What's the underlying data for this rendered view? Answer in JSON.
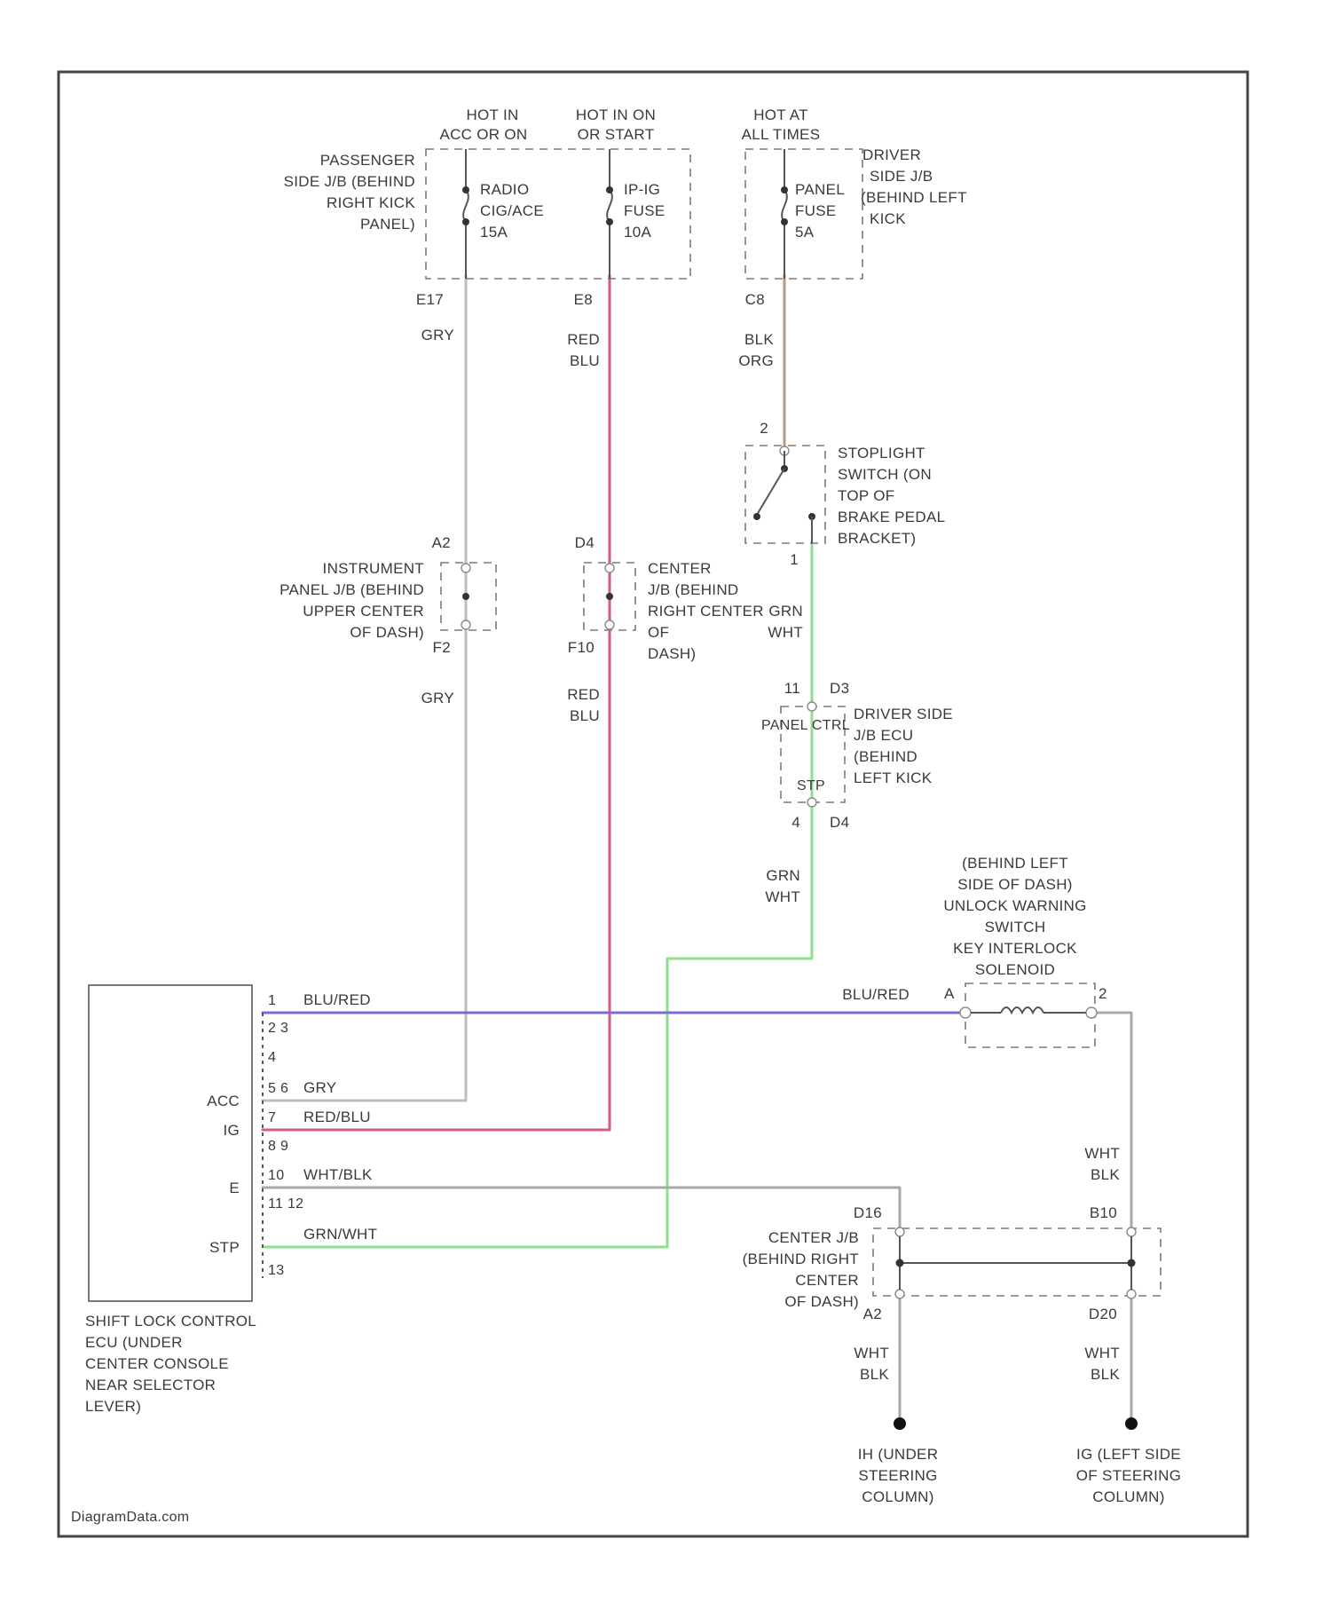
{
  "colors": {
    "wire_gry": "#bdbdbd",
    "wire_red_blu": "#d65a8c",
    "wire_blk_org": "#b89a82",
    "wire_grn_wht": "#8ee08e",
    "wire_blu_red": "#7d6ad8",
    "wire_wht_blk": "#a8a8a8",
    "frame": "#444444"
  },
  "power_sources": {
    "hot_acc_on": [
      "HOT IN",
      "ACC OR ON"
    ],
    "hot_on_start": [
      "HOT IN ON",
      "OR START"
    ],
    "hot_all_times": [
      "HOT AT",
      "ALL TIMES"
    ]
  },
  "passenger_jb": {
    "label": [
      "PASSENGER",
      "SIDE J/B (BEHIND",
      "RIGHT KICK",
      "PANEL)"
    ],
    "fuse1": [
      "RADIO",
      "CIG/ACE",
      "15A"
    ],
    "fuse2": [
      "IP-IG",
      "FUSE",
      "10A"
    ],
    "pin1": "E17",
    "pin2": "E8"
  },
  "driver_jb": {
    "label": [
      "DRIVER",
      "SIDE J/B",
      "(BEHIND LEFT",
      "KICK"
    ],
    "fuse": [
      "PANEL",
      "FUSE",
      "5A"
    ],
    "pin": "C8"
  },
  "wires": {
    "gry": "GRY",
    "red_blu": [
      "RED",
      "BLU"
    ],
    "blk_org": [
      "BLK",
      "ORG"
    ],
    "grn_wht": [
      "GRN",
      "WHT"
    ],
    "blu_red": "BLU/RED",
    "wht_blk": [
      "WHT",
      "BLK"
    ]
  },
  "stoplight_switch": {
    "label": [
      "STOPLIGHT",
      "SWITCH (ON",
      "TOP OF",
      "BRAKE PEDAL",
      "BRACKET)"
    ],
    "pin_top": "2",
    "pin_bottom": "1"
  },
  "instrument_jb": {
    "label": [
      "INSTRUMENT",
      "PANEL J/B (BEHIND",
      "UPPER CENTER",
      "OF DASH)"
    ],
    "pin_top": "A2",
    "pin_bottom": "F2"
  },
  "center_jb_upper": {
    "label": [
      "CENTER",
      "J/B (BEHIND",
      "RIGHT CENTER",
      "OF",
      "DASH)"
    ],
    "pin_top": "D4",
    "pin_bottom": "F10"
  },
  "driver_jb_ecu": {
    "label": [
      "DRIVER SIDE",
      "J/B ECU",
      "(BEHIND",
      "LEFT KICK"
    ],
    "inner_top": "PANEL CTRL",
    "inner_bottom": "STP",
    "pin_top_num": "11",
    "pin_top": "D3",
    "pin_bottom_num": "4",
    "pin_bottom": "D4"
  },
  "interlock_solenoid": {
    "label": [
      "(BEHIND LEFT",
      "SIDE OF DASH)",
      "UNLOCK WARNING",
      "SWITCH",
      "KEY INTERLOCK",
      "SOLENOID"
    ],
    "pin_left": "A",
    "pin_right": "2"
  },
  "ecu": {
    "label": [
      "SHIFT LOCK CONTROL",
      "ECU (UNDER",
      "CENTER CONSOLE",
      "NEAR SELECTOR",
      "LEVER)"
    ],
    "terminals": {
      "acc": "ACC",
      "ig": "IG",
      "e": "E",
      "stp": "STP"
    },
    "pins": [
      "1",
      "2 3",
      "4",
      "5 6",
      "7",
      "8 9",
      "10",
      "11 12",
      "13"
    ],
    "wire_labels": {
      "blu_red": "BLU/RED",
      "gry": "GRY",
      "red_blu": "RED/BLU",
      "wht_blk": "WHT/BLK",
      "grn_wht": "GRN/WHT"
    }
  },
  "center_jb_lower": {
    "label": [
      "CENTER J/B",
      "(BEHIND RIGHT",
      "CENTER",
      "OF DASH)"
    ],
    "pin_tl": "D16",
    "pin_bl": "A2",
    "pin_tr": "B10",
    "pin_br": "D20"
  },
  "grounds": {
    "g1": [
      "IH (UNDER",
      "STEERING",
      "COLUMN)"
    ],
    "g2": [
      "IG (LEFT SIDE",
      "OF STEERING",
      "COLUMN)"
    ]
  },
  "watermark": "DiagramData.com"
}
